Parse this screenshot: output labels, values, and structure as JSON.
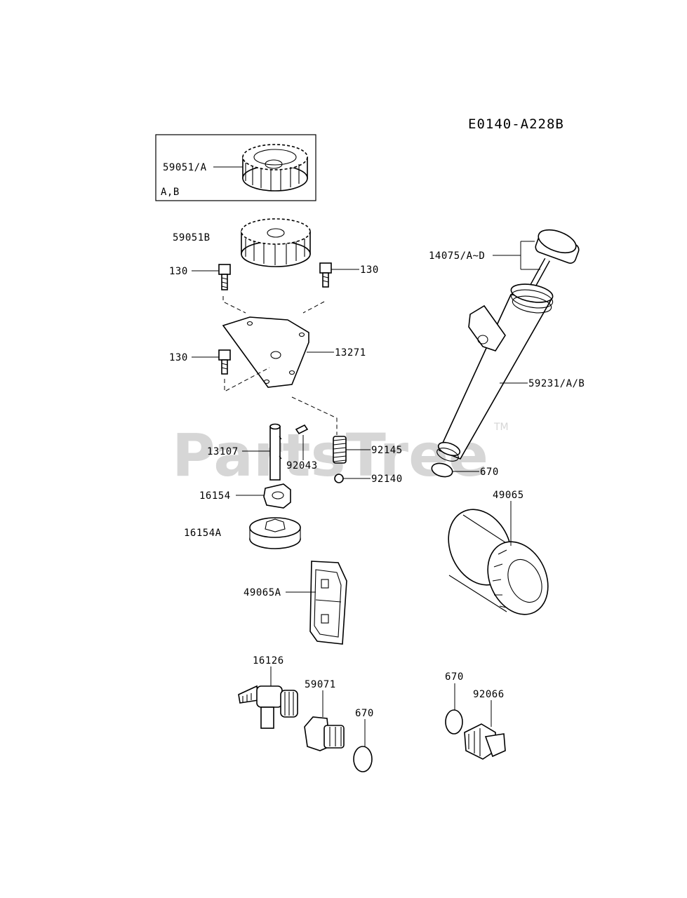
{
  "diagram_code": "E0140-A228B",
  "watermark": {
    "brand": "PartsTree",
    "trademark": "TM"
  },
  "inset_box": {
    "note": "A,B"
  },
  "labels": {
    "gear_59051a": "59051/A",
    "gear_59051b": "59051B",
    "bolt_130_left_top": "130",
    "bolt_130_right_top": "130",
    "bolt_130_left_mid": "130",
    "plate_13271": "13271",
    "shaft_13107": "13107",
    "pin_92043": "92043",
    "spring_92145": "92145",
    "ball_92140": "92140",
    "rotor_16154": "16154",
    "rotor_16154a": "16154A",
    "screen_49065a": "49065A",
    "fitting_16126": "16126",
    "adapter_59071": "59071",
    "oring_670_bottom": "670",
    "oring_670_right": "670",
    "plug_92066": "92066",
    "dipstick_14075": "14075/A~D",
    "tube_59231": "59231/A/B",
    "oring_670_tube": "670",
    "filter_49065": "49065"
  }
}
